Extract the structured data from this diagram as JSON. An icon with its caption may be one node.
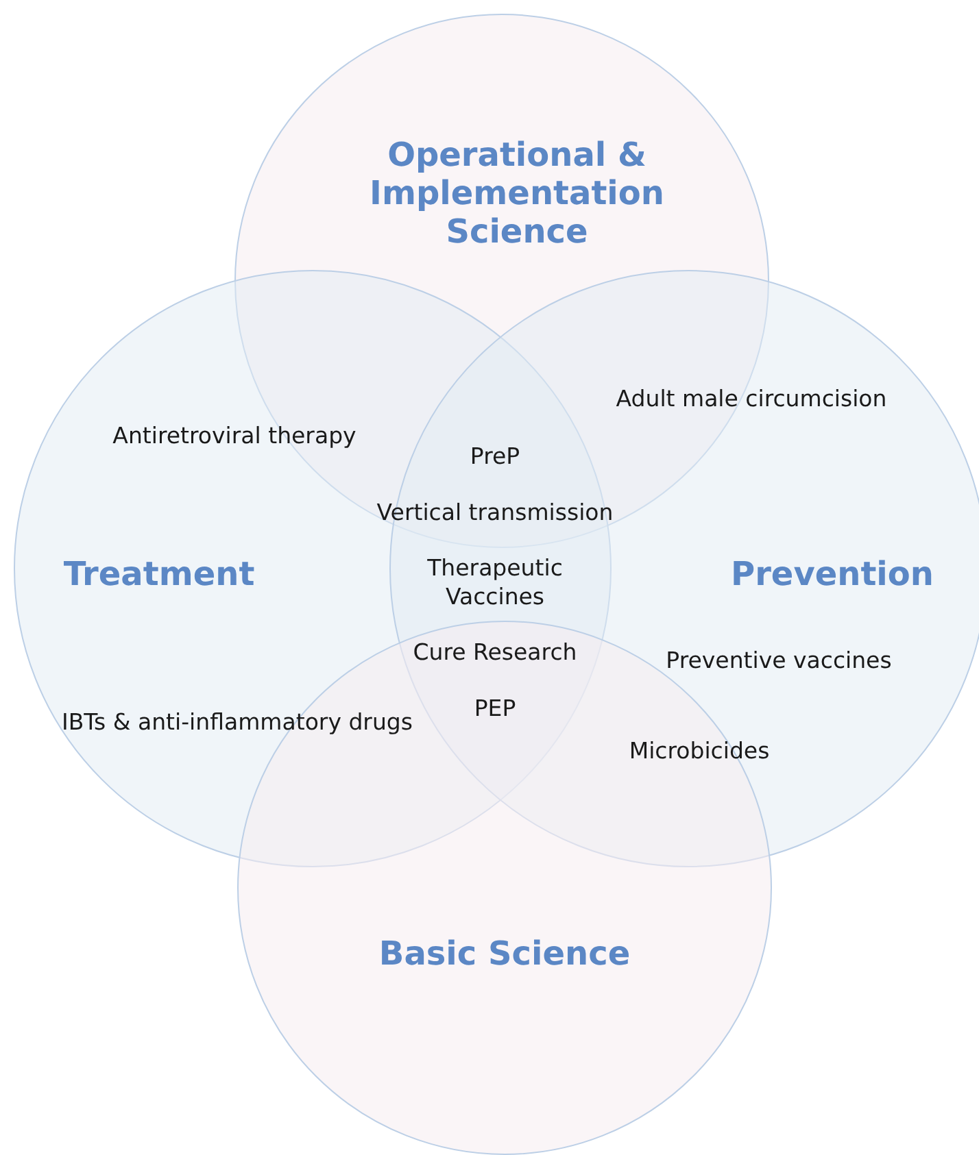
{
  "diagram": {
    "nodes": [
      {
        "text": [
          "Operational & Implementation Science"
        ]
      },
      {
        "text": [
          "Treatment"
        ]
      },
      {
        "text": [
          "Prevention"
        ]
      },
      {
        "text": [
          "Basic Science"
        ]
      }
    ],
    "labels": [
      "Adult male circumcision",
      "Antiretroviral therapy",
      "PreP",
      "Vertical transmission",
      "Therapeutic Vaccines",
      "Cure Research",
      "Preventive vaccines",
      "IBTs & anti-inflammatory drugs",
      "PEP",
      "Microbicides"
    ]
  }
}
